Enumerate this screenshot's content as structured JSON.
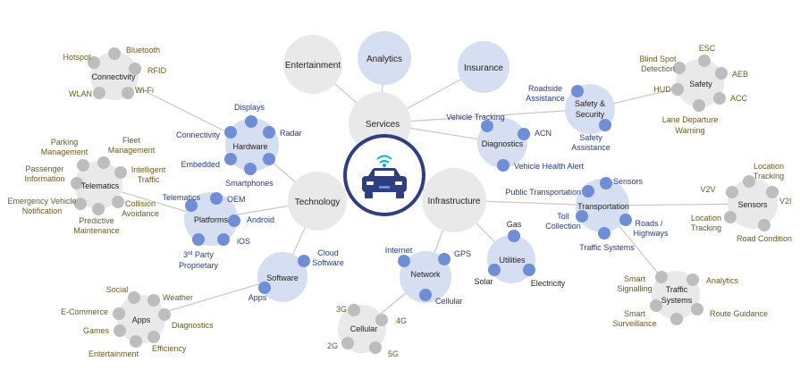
{
  "colors": {
    "hub_fill": "#ffffff",
    "hub_ring": "#2e3e80",
    "car": "#2e3e80",
    "car_accent": "#00b4d8",
    "major_fill": "#e9e9e9",
    "major_blue_fill": "#d6def1",
    "node_gray": "#bdbdbd",
    "node_blue": "#6f8ed6",
    "line": "#c8c8c8",
    "text_dark": "#222222",
    "text_blue": "#233a8c",
    "text_olive": "#6a5a1e"
  },
  "center": {
    "icon": "connected-car-icon"
  },
  "clusters": {
    "technology": {
      "label": "Technology"
    },
    "services": {
      "label": "Services"
    },
    "infrastructure": {
      "label": "Infrastructure"
    },
    "entertainment": {
      "label": "Entertainment"
    },
    "analytics": {
      "label": "Analytics"
    },
    "insurance": {
      "label": "Insurance"
    },
    "hardware": {
      "label": "Hardware",
      "items": [
        "Displays",
        "Radar",
        "Smartphones",
        "Embedded",
        "Connectivity"
      ]
    },
    "platforms": {
      "label": "Platforms",
      "items": [
        "OEM",
        "Android",
        "iOS",
        "Telematics"
      ],
      "proprietary_sup": "rd",
      "proprietary_a": "3",
      "proprietary_b": "Party",
      "proprietary_c": "Proprietary"
    },
    "software": {
      "label": "Software",
      "items": [
        "Cloud",
        "Software",
        "Apps"
      ]
    },
    "network": {
      "label": "Network",
      "items": [
        "Internet",
        "GPS",
        "Cellular"
      ]
    },
    "utilities": {
      "label": "Utilities",
      "items": [
        "Gas",
        "Solar",
        "Electricity"
      ]
    },
    "diagnostics": {
      "label": "Diagnostics",
      "items": [
        "Vehicle Tracking",
        "ACN",
        "Vehicle Health Alert"
      ]
    },
    "safety_security": {
      "label_a": "Safety &",
      "label_b": "Security",
      "items": [
        "Roadside",
        "Assistance",
        "Safety",
        "Assistance"
      ]
    },
    "transportation": {
      "label": "Transportation",
      "items": [
        "Sensors",
        "Public Transportation",
        "Toll",
        "Collection",
        "Roads /",
        "Highways",
        "Traffic Systems"
      ]
    },
    "connectivity": {
      "label": "Connectivity",
      "items": [
        "Hotspot",
        "Bluetooth",
        "RFID",
        "WLAN",
        "Wi-Fi"
      ]
    },
    "safety": {
      "label": "Safety",
      "items": [
        "ESC",
        "Blind Spot",
        "Detection",
        "AEB",
        "HUD",
        "ACC",
        "Lane Departure",
        "Warning"
      ]
    },
    "telematics": {
      "label": "Telematics",
      "items": [
        "Parking",
        "Management",
        "Fleet",
        "Management",
        "Intelligent",
        "Traffic",
        "Passenger",
        "Information",
        "Emergency Vehicle",
        "Notification",
        "Collision",
        "Avoidance",
        "Predictive",
        "Maintenance"
      ]
    },
    "sensors": {
      "label": "Sensors",
      "items": [
        "Location",
        "Tracking",
        "V2V",
        "V2I",
        "Location",
        "Tracking",
        "Road Condition"
      ]
    },
    "apps": {
      "label": "Apps",
      "items": [
        "Social",
        "Weather",
        "E-Commerce",
        "Diagnostics",
        "Games",
        "Efficiency",
        "Entertainment"
      ]
    },
    "cellular": {
      "label": "Cellular",
      "items": [
        "3G",
        "4G",
        "2G",
        "5G"
      ]
    },
    "traffic_systems": {
      "label_a": "Traffic",
      "label_b": "Systems",
      "items": [
        "Smart",
        "Signalling",
        "Analytics",
        "Smart",
        "Surveillance",
        "Route Guidance"
      ]
    }
  }
}
